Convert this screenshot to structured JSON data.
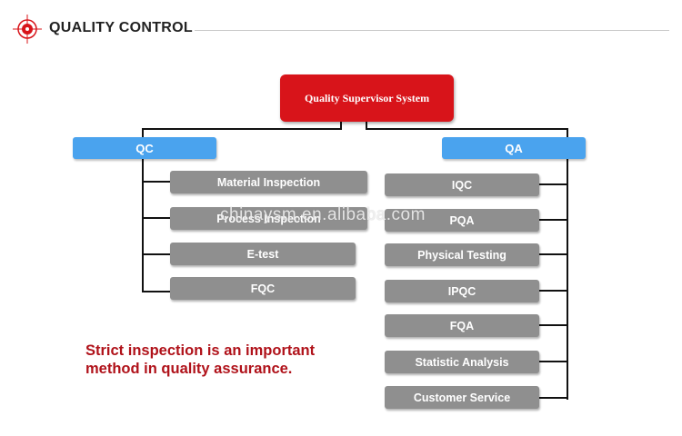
{
  "header": {
    "title": "QUALITY CONTROL",
    "icon": "crosshair-target-icon",
    "accent_color": "#d8141a"
  },
  "diagram": {
    "root": {
      "label": "Quality Supervisor System",
      "color": "#d8141a"
    },
    "qc": {
      "label": "QC",
      "color": "#4aa3ee",
      "items": [
        "Material Inspection",
        "Process Inspection",
        "E-test",
        "FQC"
      ]
    },
    "qa": {
      "label": "QA",
      "color": "#4aa3ee",
      "items": [
        "IQC",
        "PQA",
        "Physical Testing",
        "IPQC",
        "FQA",
        "Statistic Analysis",
        "Customer Service"
      ]
    },
    "item_color": "#8f8f8f"
  },
  "note": {
    "line1": "Strict inspection is an important",
    "line2": "method in quality assurance."
  },
  "watermark": "chinaysm.en.alibaba.com"
}
